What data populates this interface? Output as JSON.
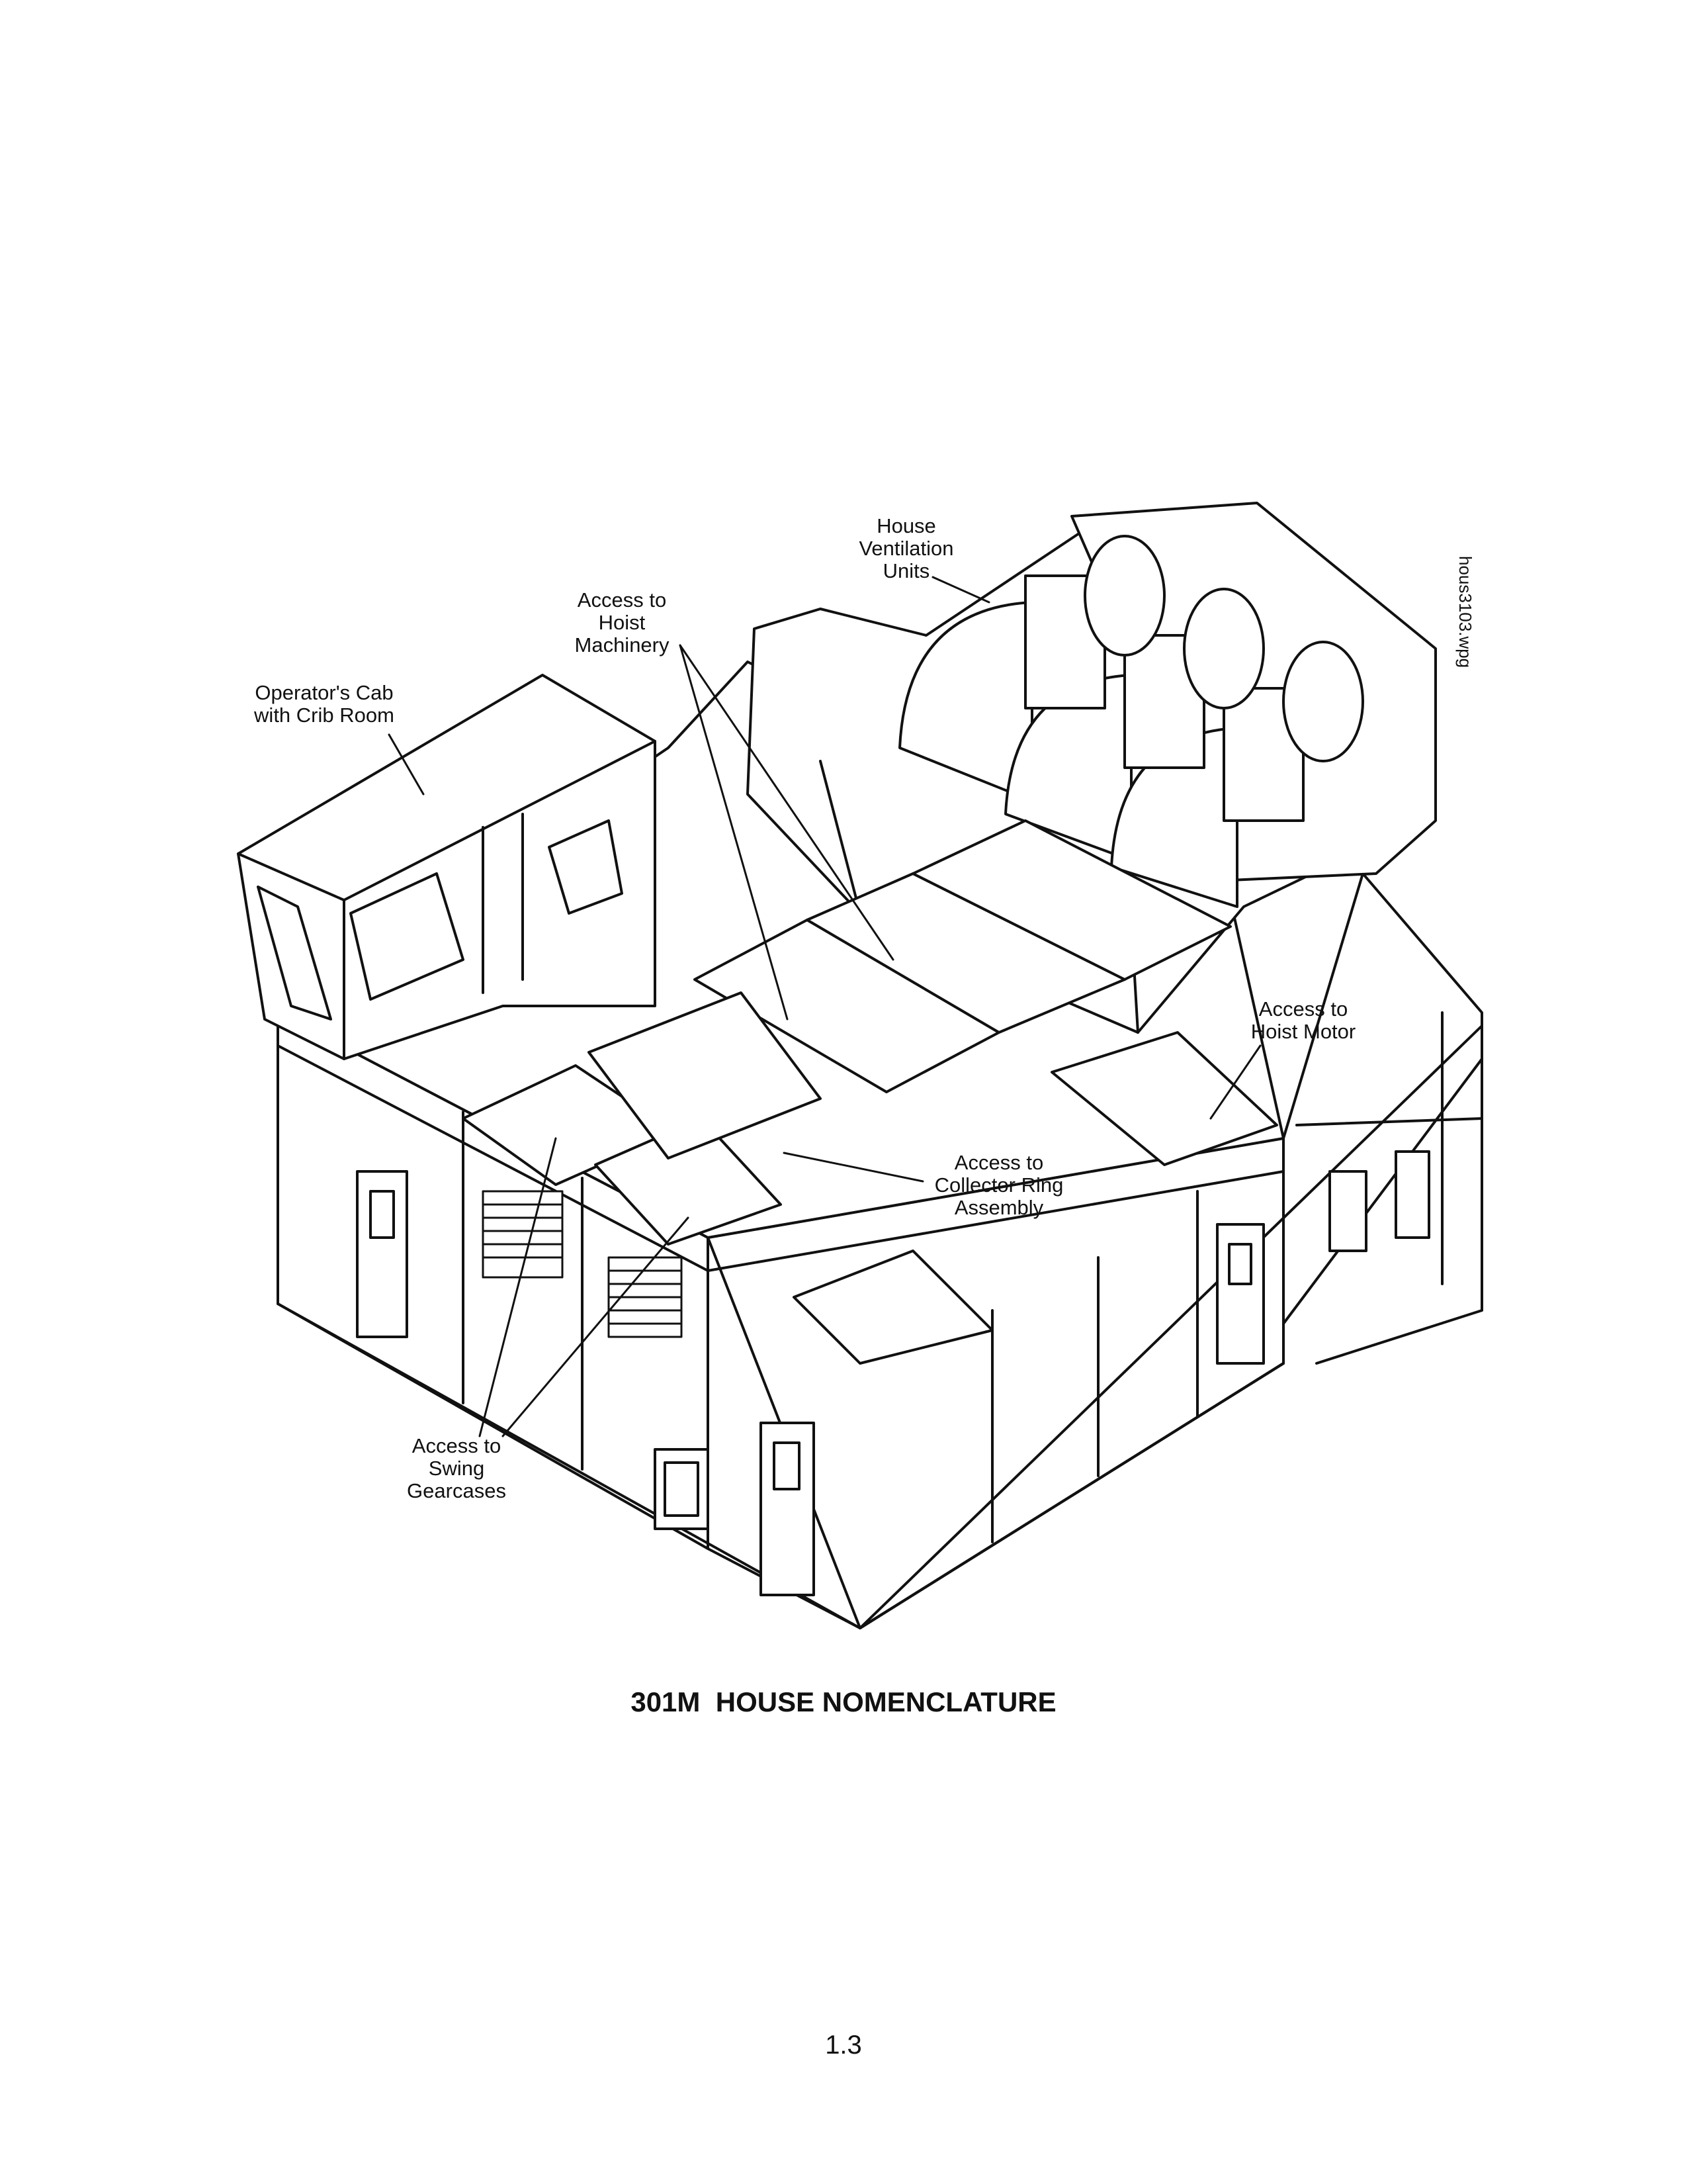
{
  "labels": {
    "ventilation": [
      "House",
      "Ventilation",
      "Units"
    ],
    "hoist_machinery": [
      "Access to",
      "Hoist",
      "Machinery"
    ],
    "operators_cab": [
      "Operator's Cab",
      "with Crib Room"
    ],
    "hoist_motor": [
      "Access to",
      "Hoist Motor"
    ],
    "collector_ring": [
      "Access to",
      "Collector Ring",
      "Assembly"
    ],
    "swing_gearcases": [
      "Access to",
      "Swing",
      "Gearcases"
    ]
  },
  "caption": "301M  HOUSE NOMENCLATURE",
  "page_number": "1.3",
  "file_tag": "hous3103.wpg"
}
